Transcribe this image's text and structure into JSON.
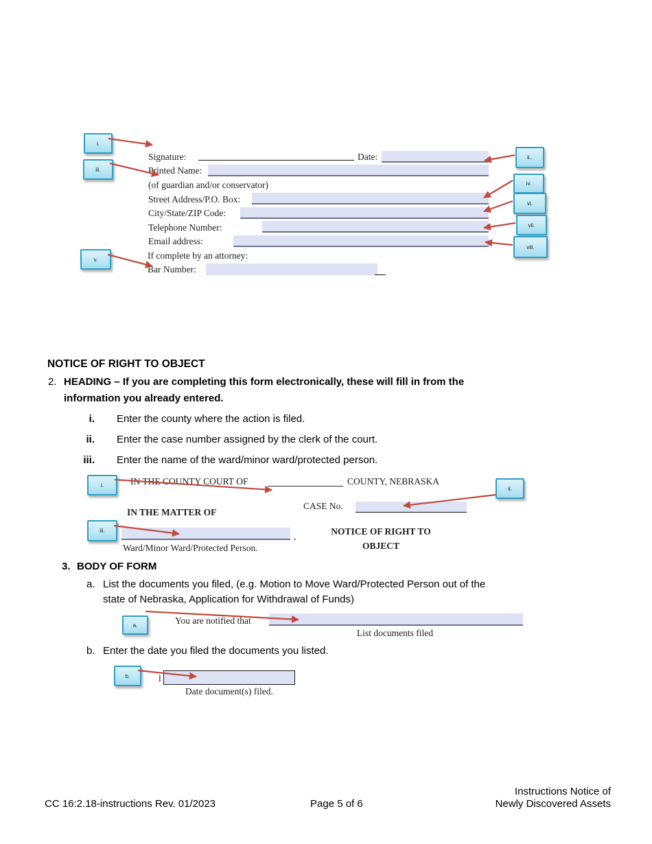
{
  "colors": {
    "callout_fill_top": "#dcf3fb",
    "callout_fill_bottom": "#a3dcef",
    "callout_border": "#2e9fc6",
    "arrow_red": "#bf4a3e",
    "field_fill": "#dde2f4",
    "field_underline": "#6e7191"
  },
  "top_form": {
    "signature_label": "Signature:",
    "date_label": "Date:",
    "printed_name_label": "Printed Name:",
    "guardian_note": "(of guardian and/or conservator)",
    "street_label": "Street Address/P.O. Box:",
    "city_label": "City/State/ZIP Code:",
    "phone_label": "Telephone Number:",
    "email_label": "Email address:",
    "attorney_note": "If complete by an attorney:",
    "bar_label": "Bar Number:",
    "callouts": {
      "i": "i.",
      "ii": "ii..",
      "iii": "iii.",
      "iv": "iv.",
      "v": "v.",
      "vi": "vi.",
      "vii": "vii.",
      "viii": "viii."
    }
  },
  "instructions": {
    "section_title": "NOTICE OF RIGHT TO OBJECT",
    "item2_number": "2.",
    "item2_heading_line1": "HEADING – If you are completing this form electronically, these will fill in from the",
    "item2_heading_line2": "information you already entered.",
    "item2_subs": [
      {
        "label": "i.",
        "text": "Enter the county where the action is filed."
      },
      {
        "label": "ii.",
        "text": "Enter the case number assigned by the clerk of the court."
      },
      {
        "label": "iii.",
        "text": "Enter the name of the ward/minor ward/protected person."
      }
    ],
    "item3_number": "3.",
    "item3_heading": "BODY OF FORM",
    "item3a_label": "a.",
    "item3a_line1": "List the documents you filed, (e.g. Motion to Move Ward/Protected Person out of the",
    "item3a_line2": "state of Nebraska, Application for Withdrawal of Funds)",
    "item3b_label": "b.",
    "item3b_text": "Enter the date you filed the documents you listed."
  },
  "heading_snippet": {
    "court_prefix": "IN THE COUNTY COURT OF",
    "court_suffix": "COUNTY, NEBRASKA",
    "matter_label": "IN THE MATTER OF",
    "case_label": "CASE No.",
    "ward_comma": ",",
    "ward_caption": "Ward/Minor Ward/Protected Person.",
    "notice_line1": "NOTICE OF RIGHT TO",
    "notice_line2": "OBJECT",
    "callouts": {
      "i": "i.",
      "ii": "ii.",
      "iii": "iii."
    }
  },
  "body_snippet": {
    "notified_text": "You are notified that",
    "list_caption": "List documents filed",
    "date_fragment": "l",
    "date_caption": "Date document(s) filed.",
    "callouts": {
      "a": "a.",
      "b": "b."
    }
  },
  "footer": {
    "left": "CC 16:2.18-instructions Rev. 01/2023",
    "center": "Page 5 of 6",
    "right_line1": "Instructions Notice of",
    "right_line2": "Newly Discovered Assets"
  }
}
